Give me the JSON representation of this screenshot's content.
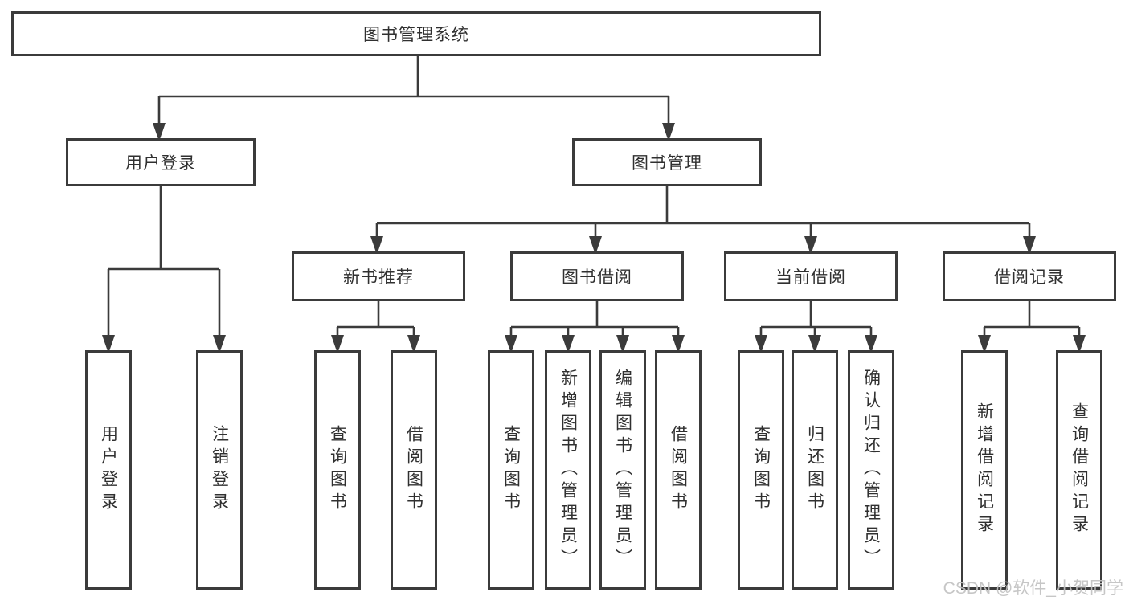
{
  "diagram": {
    "root": "图书管理系统",
    "level2": [
      {
        "label": "用户登录",
        "leaves": [
          "用户登录",
          "注销登录"
        ]
      },
      {
        "label": "图书管理",
        "groups": [
          {
            "label": "新书推荐",
            "leaves": [
              "查询图书",
              "借阅图书"
            ]
          },
          {
            "label": "图书借阅",
            "leaves": [
              "查询图书",
              "新增图书（管理员）",
              "编辑图书（管理员）",
              "借阅图书"
            ]
          },
          {
            "label": "当前借阅",
            "leaves": [
              "查询图书",
              "归还图书",
              "确认归还（管理员）"
            ]
          },
          {
            "label": "借阅记录",
            "leaves": [
              "新增借阅记录",
              "查询借阅记录"
            ]
          }
        ]
      }
    ]
  },
  "watermark": "CSDN @软件_小贺同学",
  "colors": {
    "line": "#3b3b3b",
    "text": "#303030",
    "watermark": "#c2c2c2",
    "background": "#ffffff"
  }
}
